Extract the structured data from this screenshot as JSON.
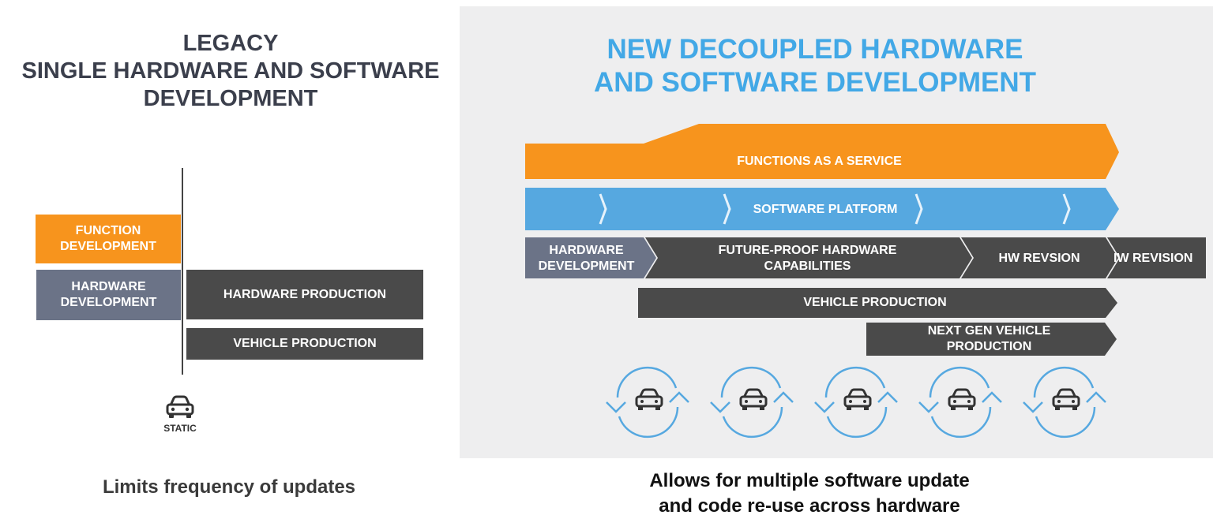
{
  "legacy": {
    "title_lines": [
      "LEGACY",
      "SINGLE HARDWARE AND SOFTWARE",
      "DEVELOPMENT"
    ],
    "function_development": "FUNCTION DEVELOPMENT",
    "hardware_development": "HARDWARE DEVELOPMENT",
    "hardware_production": "HARDWARE PRODUCTION",
    "vehicle_production": "VEHICLE PRODUCTION",
    "static_label": "STATIC",
    "caption": "Limits frequency of updates"
  },
  "decoupled": {
    "title_lines": [
      "NEW DECOUPLED HARDWARE",
      "AND SOFTWARE DEVELOPMENT"
    ],
    "functions_as_a_service": "FUNCTIONS AS A SERVICE",
    "software_platform": "SOFTWARE PLATFORM",
    "hardware_development": "HARDWARE DEVELOPMENT",
    "future_proof": "FUTURE-PROOF HARDWARE CAPABILITIES",
    "hw_revision_1": "HW REVSION",
    "hw_revision_2": "IW REVISION",
    "vehicle_production": "VEHICLE PRODUCTION",
    "next_gen": "NEXT GEN VEHICLE PRODUCTION",
    "caption_lines": [
      "Allows for multiple software update",
      "and code re-use across hardware"
    ]
  },
  "colors": {
    "orange": "#f7941d",
    "blue": "#56a8e0",
    "slate": "#6b7387",
    "dark": "#4a4a4a",
    "title_blue": "#42a8e6"
  },
  "icons": [
    "car-icon",
    "refresh-cycle-icon"
  ]
}
